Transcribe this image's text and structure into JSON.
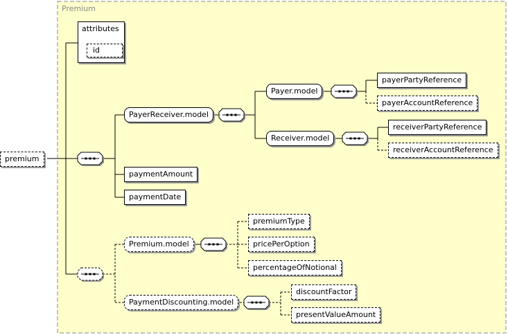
{
  "group_label": "Premium",
  "root": "premium",
  "attributes": {
    "header": "attributes",
    "items": [
      "id"
    ]
  },
  "nodes": {
    "payer_receiver_model": "PayerReceiver.model",
    "payer_model": "Payer.model",
    "receiver_model": "Receiver.model",
    "payer_party_reference": "payerPartyReference",
    "payer_account_reference": "payerAccountReference",
    "receiver_party_reference": "receiverPartyReference",
    "receiver_account_reference": "receiverAccountReference",
    "payment_amount": "paymentAmount",
    "payment_date": "paymentDate",
    "premium_model": "Premium.model",
    "premium_type": "premiumType",
    "price_per_option": "pricePerOption",
    "percentage_of_notional": "percentageOfNotional",
    "payment_discounting_model": "PaymentDiscounting.model",
    "discount_factor": "discountFactor",
    "present_value_amount": "presentValueAmount"
  },
  "colors": {
    "group_bg": "#ffffcc",
    "group_border": "#888888",
    "connector": "#000000"
  }
}
